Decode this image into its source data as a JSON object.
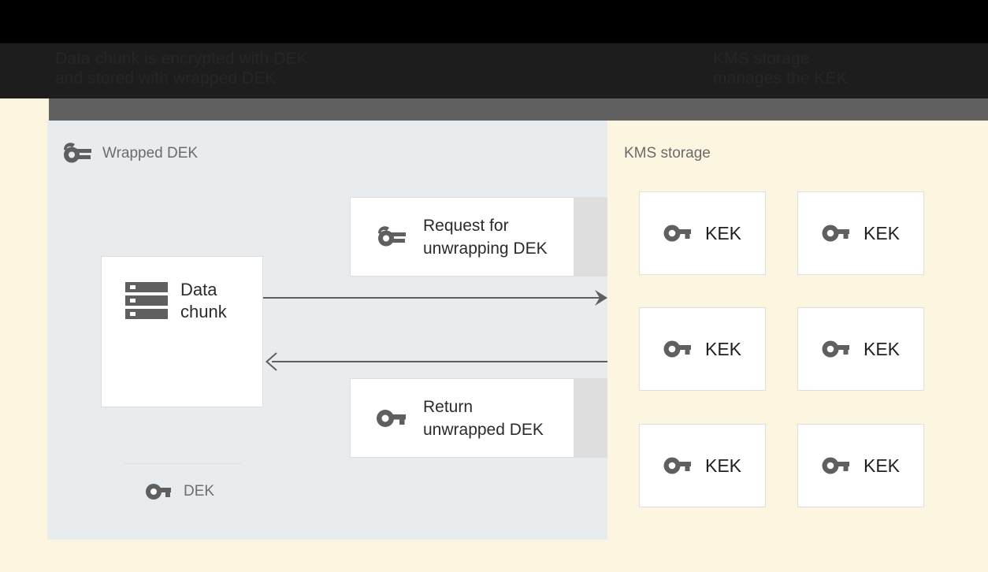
{
  "header": {
    "left_text": "Data chunk is encrypted with DEK\nand stored with wrapped DEK",
    "right_text": "KMS storage\nmanages the KEK"
  },
  "colors": {
    "page_background": "#fcf5e0",
    "client_panel": "#e8ecef",
    "header_dark": "#1d1d1d",
    "header_gray": "#616161",
    "card": "#ffffff",
    "card_border": "#dedede",
    "card_shadow": "#dedede",
    "icon": "#5f5f5f",
    "title_text": "#6b6b6b",
    "body_text": "#2b2b2b",
    "arrow": "#5f5f5f"
  },
  "client_panel": {
    "title": "Wrapped DEK",
    "title_icon": "wrapped-key-icon",
    "data_chunk_card": {
      "icon": "storage-icon",
      "title": "Data\nchunk",
      "key_icon": "key-icon",
      "key_label": "DEK"
    },
    "messages": [
      {
        "icon": "wrapped-key-icon",
        "label": "Request for\nunwrapping DEK"
      },
      {
        "icon": "key-icon",
        "label": "Return\nunwrapped DEK"
      }
    ]
  },
  "kms_panel": {
    "title": "KMS storage",
    "keys": [
      {
        "icon": "key-icon",
        "label": "KEK"
      },
      {
        "icon": "key-icon",
        "label": "KEK"
      },
      {
        "icon": "key-icon",
        "label": "KEK"
      },
      {
        "icon": "key-icon",
        "label": "KEK"
      },
      {
        "icon": "key-icon",
        "label": "KEK"
      },
      {
        "icon": "key-icon",
        "label": "KEK"
      }
    ]
  },
  "arrows": [
    {
      "name": "request-arrow",
      "direction": "right"
    },
    {
      "name": "response-arrow",
      "direction": "left"
    }
  ]
}
